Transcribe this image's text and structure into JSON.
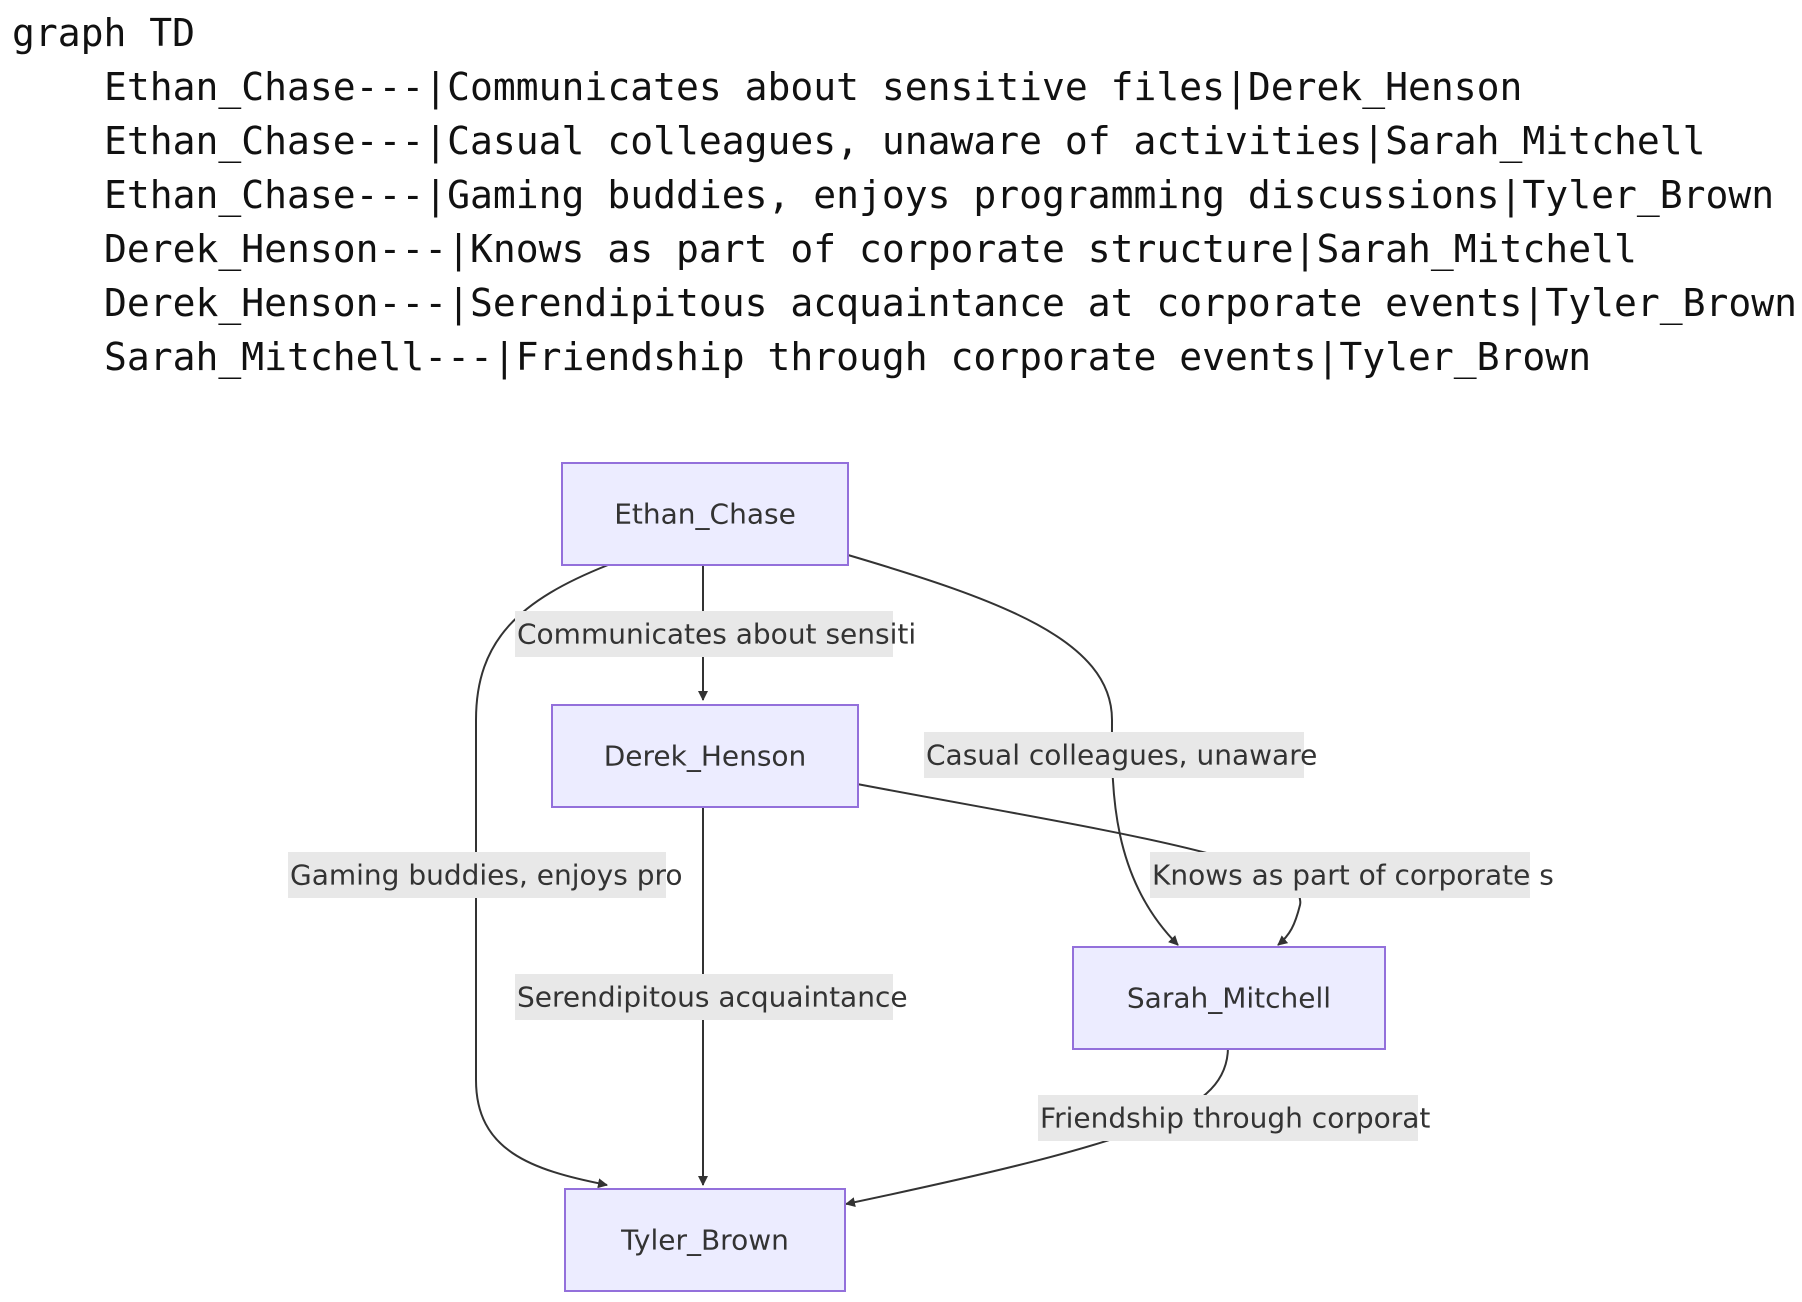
{
  "source": {
    "header": "graph TD",
    "lines": [
      "Ethan_Chase---|Communicates about sensitive files|Derek_Henson",
      "Ethan_Chase---|Casual colleagues, unaware of activities|Sarah_Mitchell",
      "Ethan_Chase---|Gaming buddies, enjoys programming discussions|Tyler_Brown",
      "Derek_Henson---|Knows as part of corporate structure|Sarah_Mitchell",
      "Derek_Henson---|Serendipitous acquaintance at corporate events|Tyler_Brown",
      "Sarah_Mitchell---|Friendship through corporate events|Tyler_Brown"
    ]
  },
  "diagram": {
    "colors": {
      "node_fill": "#ececff",
      "node_border": "#9370db",
      "edge": "#333333",
      "label_bg": "#e8e8e8",
      "text": "#333333"
    },
    "nodes": [
      {
        "id": "ethan",
        "label": "Ethan_Chase"
      },
      {
        "id": "derek",
        "label": "Derek_Henson"
      },
      {
        "id": "sarah",
        "label": "Sarah_Mitchell"
      },
      {
        "id": "tyler",
        "label": "Tyler_Brown"
      }
    ],
    "edges": [
      {
        "from": "ethan",
        "to": "derek",
        "label": "Communicates about sensiti"
      },
      {
        "from": "ethan",
        "to": "sarah",
        "label": "Casual colleagues, unaware"
      },
      {
        "from": "ethan",
        "to": "tyler",
        "label": "Gaming buddies, enjoys pro"
      },
      {
        "from": "derek",
        "to": "sarah",
        "label": "Knows as part of corporate s"
      },
      {
        "from": "derek",
        "to": "tyler",
        "label": "Serendipitous acquaintance"
      },
      {
        "from": "sarah",
        "to": "tyler",
        "label": "Friendship through corporat"
      }
    ]
  }
}
